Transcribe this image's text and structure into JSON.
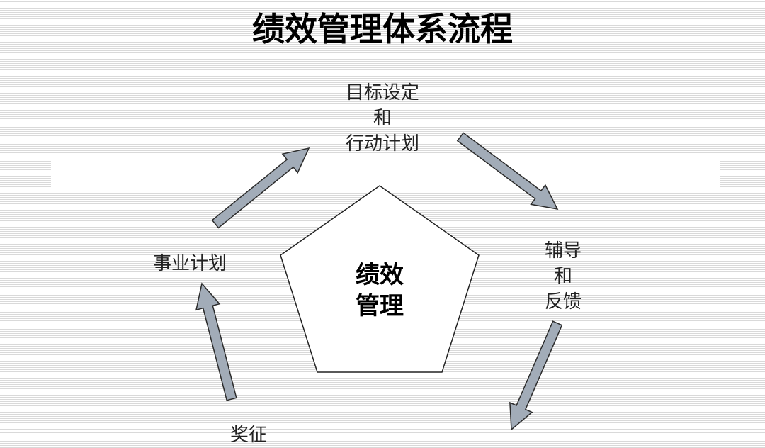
{
  "title": "绩效管理体系流程",
  "center": {
    "line1": "绩效",
    "line2": "管理"
  },
  "nodes": {
    "goal_setting": {
      "line1": "目标设定",
      "line2": "和",
      "line3": "行动计划"
    },
    "coaching": {
      "line1": "辅导",
      "line2": "和",
      "line3": "反馈"
    },
    "business_plan": {
      "label": "事业计划"
    },
    "reward": {
      "partial_label": "奖征"
    }
  },
  "colors": {
    "arrow_fill": "#a2acb8",
    "arrow_stroke": "#2b2b2b",
    "pentagon_fill": "#ffffff",
    "pentagon_stroke": "#222222"
  }
}
